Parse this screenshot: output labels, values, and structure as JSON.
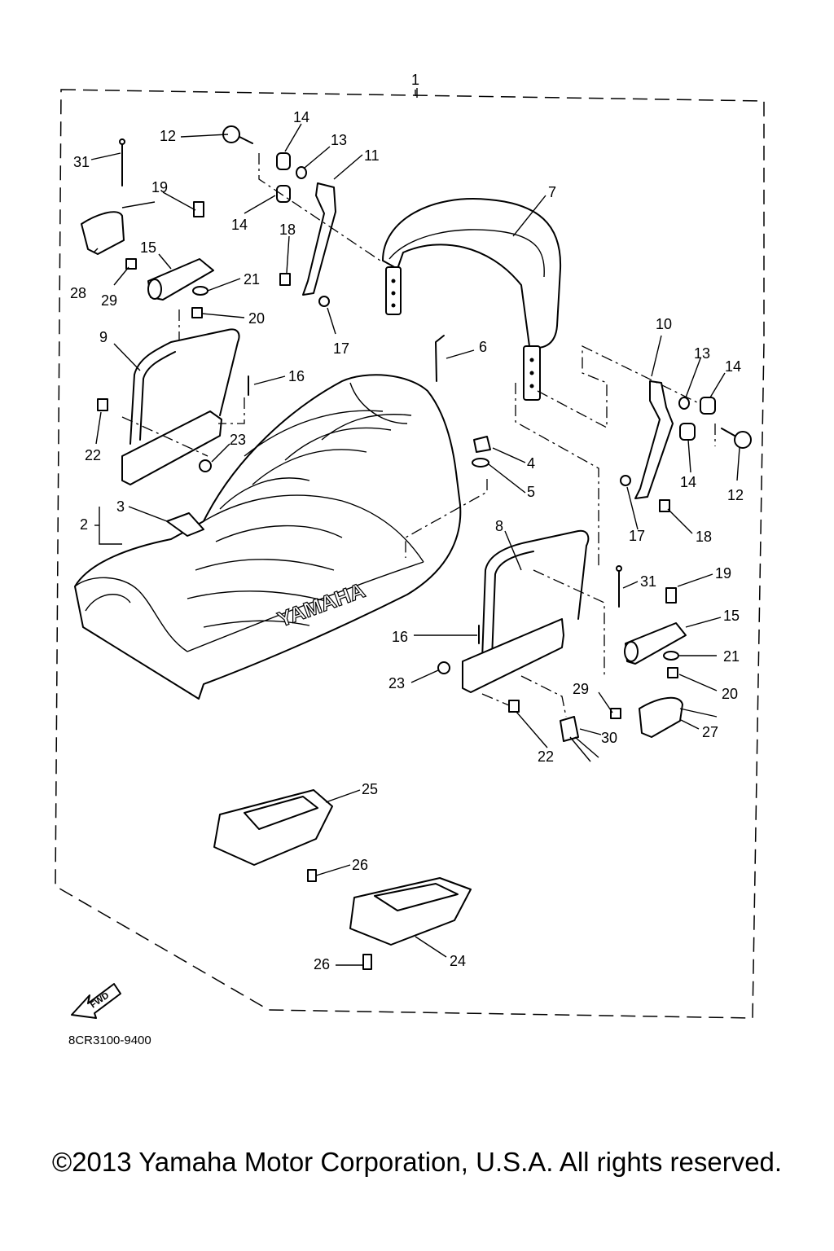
{
  "diagram": {
    "part_numbers": [
      "1",
      "2",
      "3",
      "4",
      "5",
      "6",
      "7",
      "8",
      "9",
      "10",
      "11",
      "12",
      "12",
      "13",
      "13",
      "14",
      "14",
      "14",
      "14",
      "15",
      "15",
      "16",
      "16",
      "17",
      "17",
      "18",
      "18",
      "19",
      "19",
      "20",
      "20",
      "21",
      "21",
      "22",
      "22",
      "23",
      "23",
      "24",
      "25",
      "26",
      "26",
      "27",
      "28",
      "29",
      "29",
      "30",
      "31",
      "31"
    ],
    "seat_brand": "YAMAHA",
    "fwd_label": "FWD",
    "drawing_code": "8CR3100-9400"
  },
  "footer": {
    "copyright": "©2013 Yamaha Motor Corporation, U.S.A. All rights reserved."
  }
}
